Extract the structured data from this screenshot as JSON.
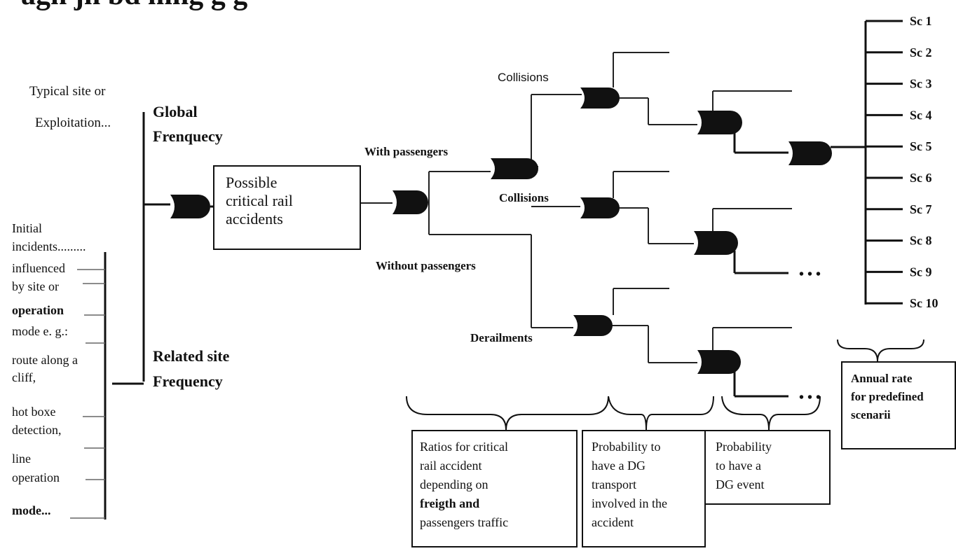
{
  "header": {
    "title_partial": "agn jn bd   mng g g"
  },
  "left": {
    "typical_site": [
      "Typical site or",
      "Exploitation..."
    ],
    "global_freq": [
      "Global",
      "Frenquecy"
    ],
    "related_freq": [
      "Related site",
      "Frequency"
    ],
    "incident_lines": [
      "Initial",
      "incidents.........",
      "influenced",
      "by site or",
      "operation",
      "mode e. g.:",
      "route along a",
      "cliff,",
      "hot boxe",
      "detection,",
      "line",
      "operation",
      "mode..."
    ]
  },
  "main_box": {
    "lines": [
      "Possible",
      "critical rail",
      "accidents"
    ]
  },
  "tree": {
    "with_passengers": "With passengers",
    "without_passengers": "Without passengers",
    "collisions_top": "Collisions",
    "collisions_mid": "Collisions",
    "derailments": "Derailments",
    "ellipsis": "• • •"
  },
  "scenarios": [
    "Sc 1",
    "Sc 2",
    "Sc 3",
    "Sc 4",
    "Sc 5",
    "Sc 6",
    "Sc 7",
    "Sc 8",
    "Sc 9",
    "Sc 10"
  ],
  "bottom_boxes": {
    "ratios": [
      "Ratios for critical",
      "rail accident",
      "depending on",
      "freigth and",
      "passengers traffic"
    ],
    "dg_transport": [
      "Probability to",
      "have a DG",
      "transport",
      "involved in the",
      "accident"
    ],
    "dg_event": [
      "Probability",
      "to have a",
      "DG event"
    ],
    "annual_rate": [
      "Annual rate",
      "for predefined",
      "scenarii"
    ]
  }
}
